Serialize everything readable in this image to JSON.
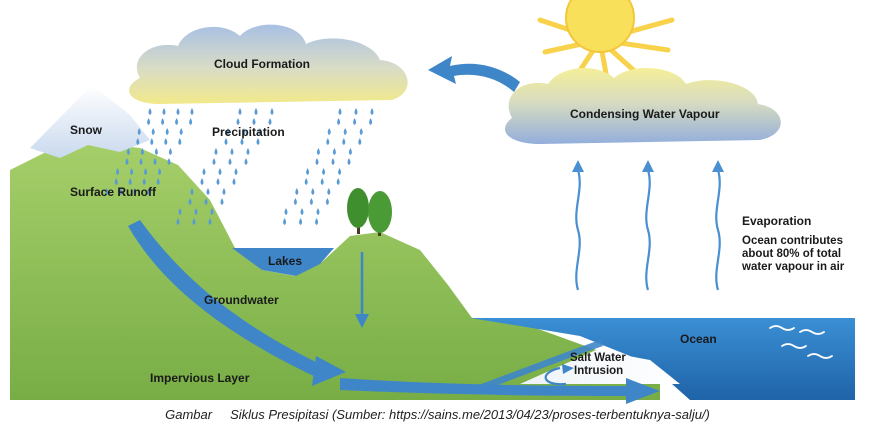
{
  "diagram": {
    "labels": {
      "cloud_formation": "Cloud Formation",
      "condensing_water_vapour": "Condensing Water Vapour",
      "snow": "Snow",
      "precipitation": "Precipitation",
      "surface_runoff": "Surface Runoff",
      "lakes": "Lakes",
      "groundwater": "Groundwater",
      "impervious_layer": "Impervious Layer",
      "ocean": "Ocean",
      "salt_water_intrusion_line1": "Salt Water",
      "salt_water_intrusion_line2": "Intrusion",
      "evaporation": "Evaporation",
      "evaporation_note_line1": "Ocean contributes",
      "evaporation_note_line2": "about 80% of total",
      "evaporation_note_line3": "water vapour in air"
    },
    "colors": {
      "sky": "#ffffff",
      "land": "#8fbf56",
      "land_dark": "#6ea03e",
      "ocean": "#2f7fc4",
      "arrow": "#3f86c9",
      "raindrop": "#5b9bd5",
      "cloud_blue": "#9fb7dc",
      "cloud_yellow": "#f4ec8c",
      "sun": "#f7d24a",
      "tree": "#3f8f2e"
    }
  },
  "caption": {
    "prefix": "Gambar",
    "text": "Siklus Presipitasi (Sumber: https://sains.me/2013/04/23/proses-terbentuknya-salju/)"
  }
}
